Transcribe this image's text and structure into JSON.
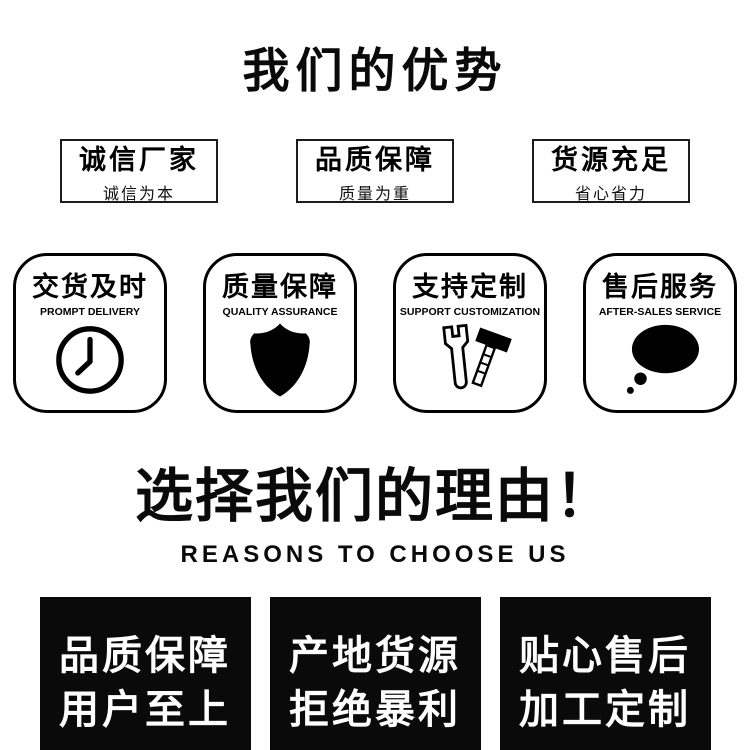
{
  "header": {
    "title": "我们的优势"
  },
  "feature_boxes": [
    {
      "title": "诚信厂家",
      "subtitle": "诚信为本"
    },
    {
      "title": "品质保障",
      "subtitle": "质量为重"
    },
    {
      "title": "货源充足",
      "subtitle": "省心省力"
    }
  ],
  "badges": [
    {
      "title": "交货及时",
      "subtitle": "PROMPT DELIVERY",
      "icon": "clock-icon"
    },
    {
      "title": "质量保障",
      "subtitle": "QUALITY ASSURANCE",
      "icon": "shield-icon"
    },
    {
      "title": "支持定制",
      "subtitle": "SUPPORT CUSTOMIZATION",
      "icon": "wrench-hammer-icon"
    },
    {
      "title": "售后服务",
      "subtitle": "AFTER-SALES SERVICE",
      "icon": "speech-bubble-icon"
    }
  ],
  "reasons": {
    "title": "选择我们的理由！",
    "subtitle": "REASONS TO CHOOSE US"
  },
  "reason_boxes": [
    {
      "line1": "品质保障",
      "line2": "用户至上"
    },
    {
      "line1": "产地货源",
      "line2": "拒绝暴利"
    },
    {
      "line1": "贴心售后",
      "line2": "加工定制"
    }
  ],
  "colors": {
    "text": "#000000",
    "background": "#ffffff",
    "box_background": "#0a0a0a",
    "box_text": "#ffffff"
  }
}
